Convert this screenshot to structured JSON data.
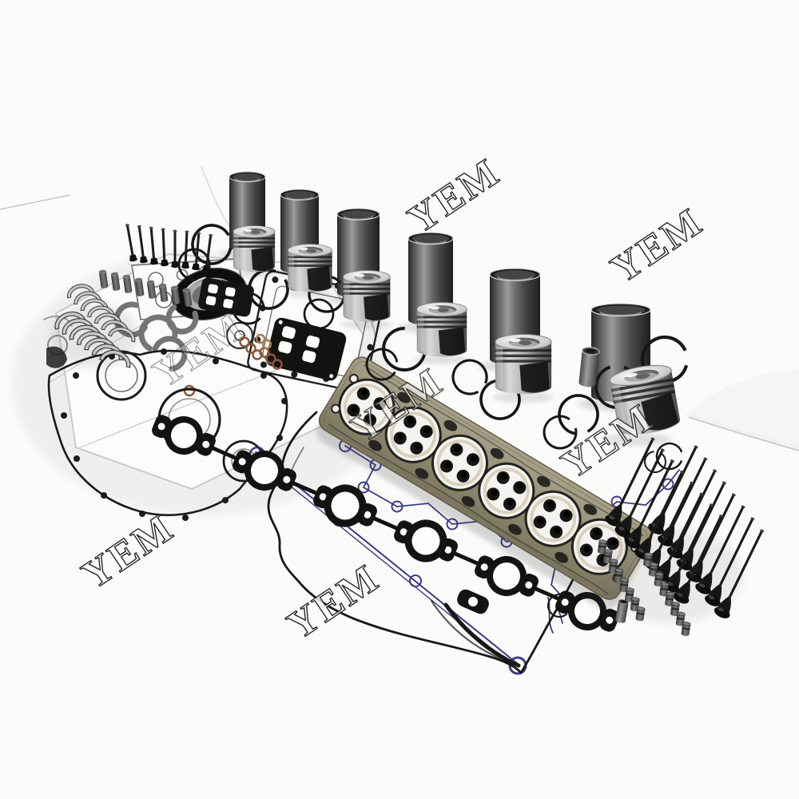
{
  "watermark": {
    "text": "YEM",
    "count": 7
  },
  "colors": {
    "background": "#fbfbfa",
    "paper_crease": "#c9c9c7",
    "liner_metal_dark": "#262624",
    "liner_metal_light": "#9b9b99",
    "piston_silver": "#d9d9d7",
    "gasket_line_black": "#1b1b19",
    "sheet_outline_gray": "#b5b5b3",
    "head_gasket_tan": "#948e76",
    "head_gasket_bore_white": "#f4f3ef",
    "valve_cover_gasket_blue": "#2b2b7e",
    "copper_oring": "#8d5636",
    "valve_black": "#191917",
    "bearing_shell_silver": "#c8c8c6"
  },
  "parts": [
    {
      "name": "cylinder-liner",
      "count": 6
    },
    {
      "name": "piston",
      "count": 6
    },
    {
      "name": "wrist-pin",
      "count": 7
    },
    {
      "name": "piston-ring-clip",
      "count": 16
    },
    {
      "name": "cylinder-head-gasket",
      "count": 1
    },
    {
      "name": "exhaust-manifold-gasket-chain",
      "count": 1
    },
    {
      "name": "valve-cover-gasket-blue",
      "count": 1
    },
    {
      "name": "valve-cover-gasket-black",
      "count": 1
    },
    {
      "name": "full-gasket-set",
      "count": 1
    },
    {
      "name": "rear-main-seal",
      "count": 1
    },
    {
      "name": "engine-valve",
      "count": 16
    },
    {
      "name": "valve-stem-seal",
      "count": 16
    },
    {
      "name": "cylinder-head-stud",
      "count": 8
    },
    {
      "name": "valve-tappet",
      "count": 8
    },
    {
      "name": "bearing-shell-stack",
      "count": 2
    },
    {
      "name": "copper-o-ring",
      "count": 9
    }
  ]
}
